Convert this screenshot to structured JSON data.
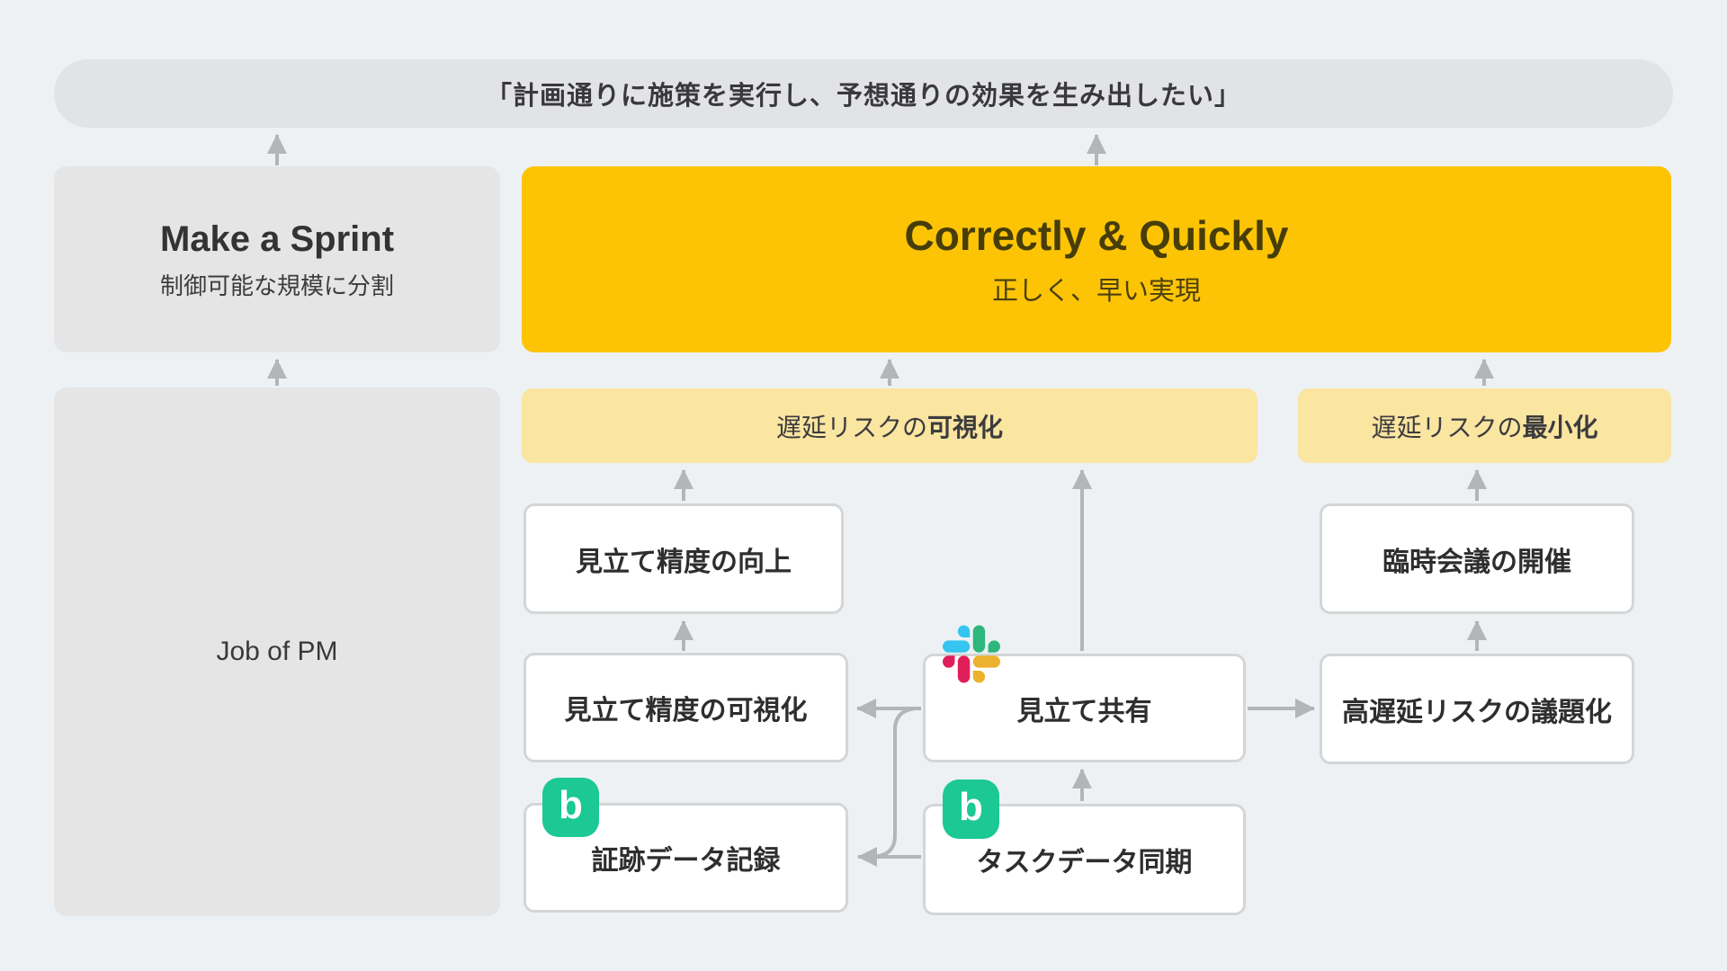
{
  "goal_pill": {
    "text": "「計画通りに施策を実行し、予想通りの効果を生み出したい」"
  },
  "left_column": {
    "make_a_sprint": {
      "title": "Make a Sprint",
      "subtitle": "制御可能な規模に分割"
    },
    "job_of_pm": {
      "label": "Job of PM"
    }
  },
  "main": {
    "correctly_quickly": {
      "title": "Correctly & Quickly",
      "subtitle": "正しく、早い実現"
    },
    "risk_visualization": {
      "prefix": "遅延リスクの",
      "emphasis": "可視化"
    },
    "risk_minimization": {
      "prefix": "遅延リスクの",
      "emphasis": "最小化"
    },
    "nodes": {
      "estimate_accuracy_up": "見立て精度の向上",
      "estimate_accuracy_visualize": "見立て精度の可視化",
      "estimate_share": "見立て共有",
      "adhoc_meeting": "臨時会議の開催",
      "high_delay_agenda": "高遅延リスクの議題化",
      "evidence_record": "証跡データ記録",
      "task_data_sync": "タスクデータ同期"
    },
    "icons": {
      "slack": "slack-logo",
      "b_app_glyph": "b"
    }
  },
  "colors": {
    "background": "#edf1f4",
    "pill_gray": "#e2e3e5",
    "box_gray": "#e5e5e6",
    "accent_yellow": "#fcc405",
    "light_yellow": "#fae5a1",
    "node_border": "#d4d5d6",
    "arrow_gray": "#b3b5b8",
    "badge_green": "#1cc894",
    "slack_blue": "#36c5f0",
    "slack_green": "#2eb67d",
    "slack_yellow": "#ecb22e",
    "slack_red": "#e01e5a"
  }
}
